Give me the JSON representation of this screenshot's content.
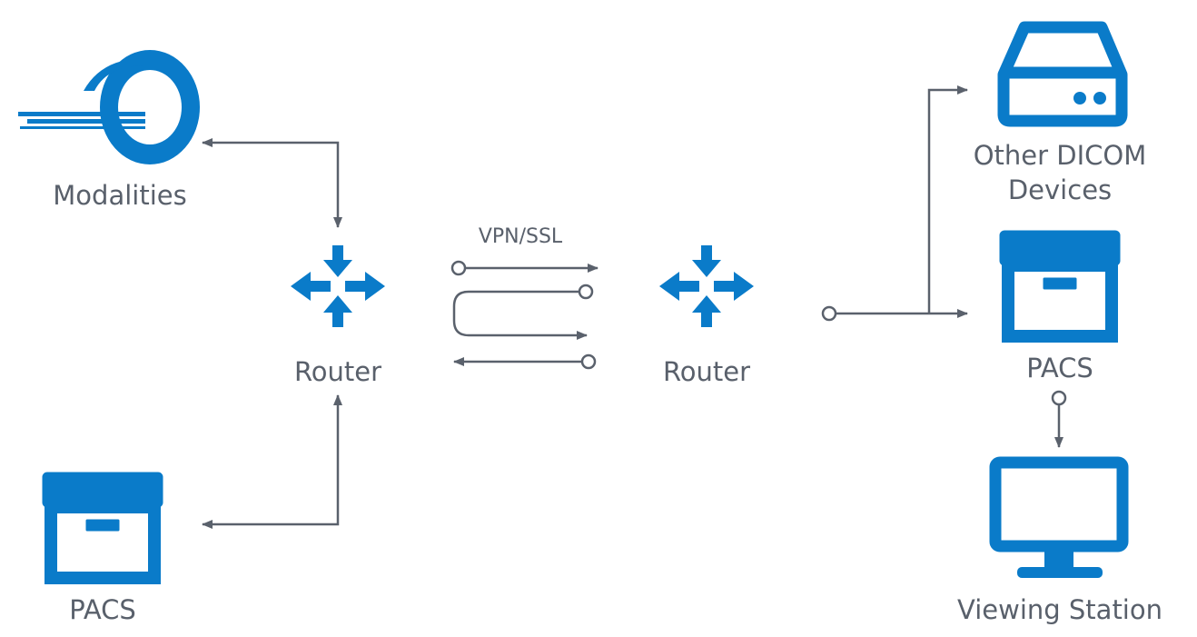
{
  "colors": {
    "icon": "#0a7bc9",
    "line": "#5a616c",
    "text": "#59606b"
  },
  "icons": {
    "modality": "mri-scanner-icon",
    "router": "router-icon",
    "pacs": "archive-box-icon",
    "dicom": "server-drive-icon",
    "viewer": "monitor-icon"
  },
  "labels": {
    "modalities": "Modalities",
    "router_left": "Router",
    "router_right": "Router",
    "pacs_left": "PACS",
    "pacs_right": "PACS",
    "vpn": "VPN/SSL",
    "other_dicom_line1": "Other DICOM",
    "other_dicom_line2": "Devices",
    "viewing_station": "Viewing Station"
  }
}
